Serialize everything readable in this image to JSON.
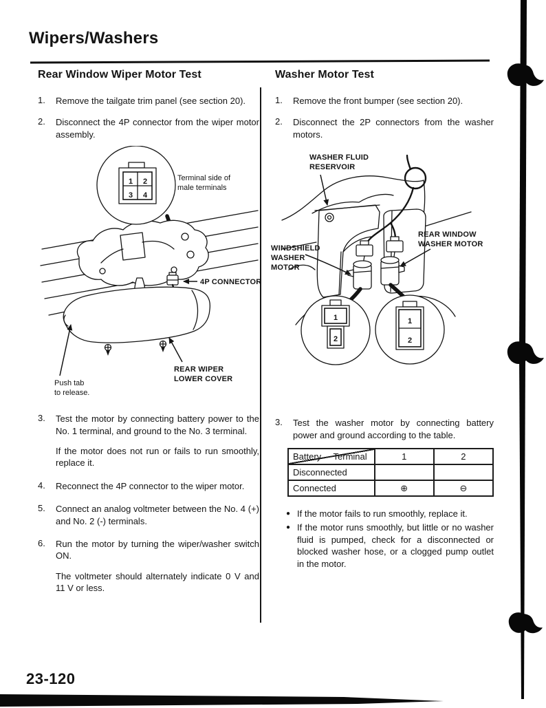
{
  "page": {
    "title": "Wipers/Washers",
    "page_number": "23-120"
  },
  "icons": {
    "bullet": "●"
  },
  "left_column": {
    "heading": "Rear Window Wiper Motor Test",
    "steps": [
      {
        "num": "1.",
        "text": "Remove the tailgate trim panel (see section 20)."
      },
      {
        "num": "2.",
        "text": "Disconnect the 4P connector from the wiper motor assembly."
      },
      {
        "num": "3.",
        "text": "Test the motor by connecting battery power to the No. 1 terminal, and ground to the No. 3 terminal.",
        "note": "If the motor does not run or fails to run smoothly, replace it."
      },
      {
        "num": "4.",
        "text": "Reconnect the 4P connector to the wiper motor."
      },
      {
        "num": "5.",
        "text": "Connect an analog voltmeter between the No. 4 (+) and No. 2 (-) terminals."
      },
      {
        "num": "6.",
        "text": "Run the motor by turning the wiper/washer switch ON.",
        "note": "The voltmeter should alternately indicate 0 V and 11 V or less."
      }
    ],
    "figure": {
      "inset_caption_line1": "Terminal side of",
      "inset_caption_line2": "male terminals",
      "terminals": [
        "1",
        "2",
        "3",
        "4"
      ],
      "connector_label": "4P CONNECTOR",
      "cover_label_line1": "REAR WIPER",
      "cover_label_line2": "LOWER COVER",
      "push_tab_line1": "Push tab",
      "push_tab_line2": "to release."
    }
  },
  "right_column": {
    "heading": "Washer Motor Test",
    "steps": [
      {
        "num": "1.",
        "text": "Remove the front bumper (see section 20)."
      },
      {
        "num": "2.",
        "text": "Disconnect the 2P connectors from the washer motors."
      },
      {
        "num": "3.",
        "text": "Test the washer motor by connecting battery power and ground according to the table."
      }
    ],
    "figure": {
      "reservoir_label_line1": "WASHER FLUID",
      "reservoir_label_line2": "RESERVOIR",
      "windshield_label_line1": "WINDSHIELD",
      "windshield_label_line2": "WASHER",
      "windshield_label_line3": "MOTOR",
      "rear_label_line1": "REAR WINDOW",
      "rear_label_line2": "WASHER MOTOR",
      "terminals": [
        "1",
        "2"
      ]
    },
    "table": {
      "corner_top": "Terminal",
      "corner_bottom": "Battery",
      "columns": [
        "1",
        "2"
      ],
      "rows": [
        {
          "label": "Disconnected",
          "t1": "",
          "t2": ""
        },
        {
          "label": "Connected",
          "t1": "⊕",
          "t2": "⊖"
        }
      ]
    },
    "bullets": [
      "If the motor fails to run smoothly, replace it.",
      "If the motor runs smoothly, but little or no washer fluid is pumped, check for a disconnected or blocked washer hose, or a clogged pump outlet in the motor."
    ]
  }
}
